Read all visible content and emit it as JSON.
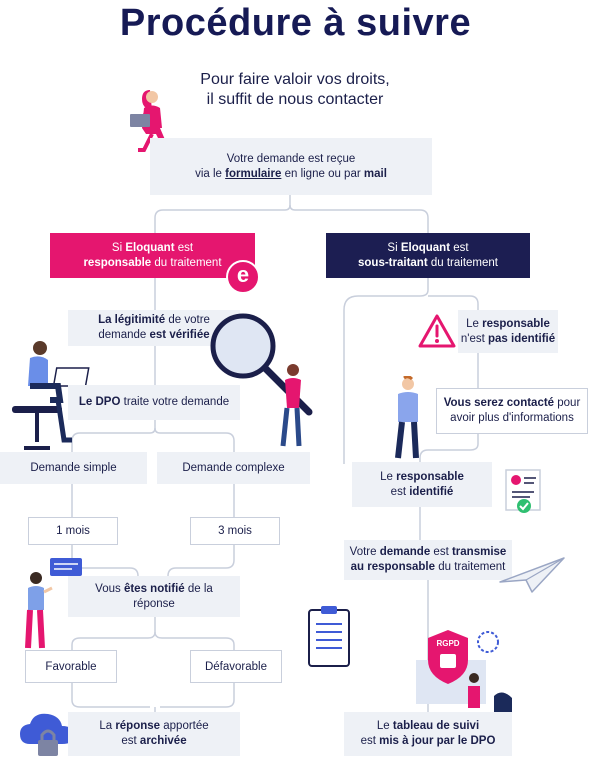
{
  "title": "Procédure à suivre",
  "subtitle": {
    "line1": "Pour faire valoir vos droits,",
    "line2": "il suffit de nous contacter"
  },
  "colors": {
    "navy": "#161a55",
    "pink": "#e5166f",
    "box": "#eef1f6",
    "line": "#c9cfdc"
  },
  "request": {
    "line1": "Votre demande est reçue",
    "prefix": "via le ",
    "link": "formulaire",
    "middle": " en ligne ou par ",
    "mail": "mail"
  },
  "left_branch": {
    "prefix": "Si ",
    "company": "Eloquant",
    "suffix": " est",
    "line2_bold": "responsable",
    "line2_rest": " du traitement",
    "logo_letter": "e"
  },
  "right_branch": {
    "prefix": "Si ",
    "company": "Eloquant",
    "suffix": " est",
    "line2_bold": "sous-traitant",
    "line2_rest": " du traitement"
  },
  "legitimacy": {
    "l1_bold": "La légitimité",
    "l1_rest": " de votre",
    "l2_rest": "demande ",
    "l2_bold": "est vérifiée"
  },
  "dpo": {
    "bold": "Le DPO",
    "rest": " traite votre demande"
  },
  "simple": "Demande simple",
  "complex": "Demande complexe",
  "one_month": "1 mois",
  "three_months": "3 mois",
  "notified": {
    "l1_a": "Vous ",
    "l1_bold": "êtes notifié",
    "l1_b": " de la",
    "l2": "réponse"
  },
  "favorable": "Favorable",
  "defavorable": "Défavorable",
  "archived": {
    "l1_a": "La ",
    "l1_bold": "réponse",
    "l1_b": " apportée",
    "l2_a": "est ",
    "l2_bold": "archivée"
  },
  "not_identified": {
    "l1_a": "Le ",
    "l1_bold": "responsable",
    "l2_a": "n'est ",
    "l2_bold": "pas identifié"
  },
  "contacted": {
    "l1_bold": "Vous serez contacté",
    "l1_b": " pour",
    "l2": "avoir plus d'informations"
  },
  "identified": {
    "l1_a": "Le ",
    "l1_bold": "responsable",
    "l2_a": "est ",
    "l2_bold": "identifié"
  },
  "transmitted": {
    "l1_a": "Votre ",
    "l1_bold": "demande",
    "l1_b": " est ",
    "l1_bold2": "transmise",
    "l2_bold": "au responsable",
    "l2_b": " du traitement"
  },
  "tracking": {
    "l1_a": "Le ",
    "l1_bold": "tableau de suivi",
    "l2_a": "est ",
    "l2_bold": "mis à jour par le DPO"
  },
  "rgpd_label": "RGPD",
  "icons": [
    "person-laptop-icon",
    "magnifier-icon",
    "warning-icon",
    "paper-plane-icon",
    "checklist-icon",
    "cloud-lock-icon",
    "document-check-icon",
    "shield-lock-icon"
  ]
}
